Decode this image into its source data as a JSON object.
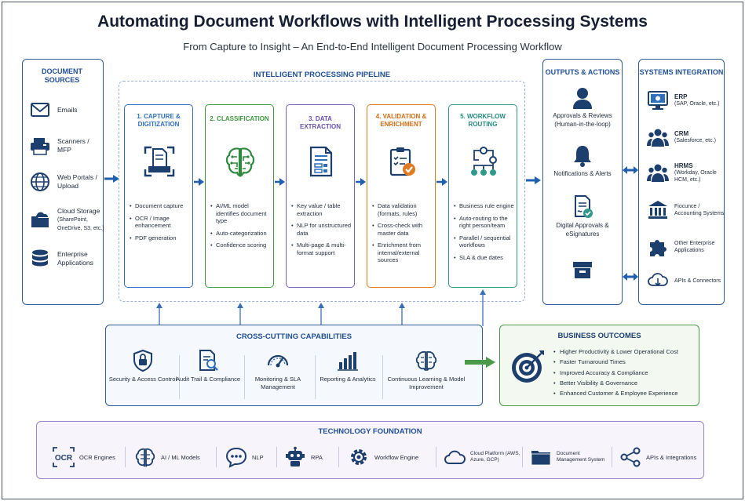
{
  "title": "Automating Document Workflows with Intelligent Processing Systems",
  "subtitle": "From Capture to Insight – An End-to-End Intelligent Document Processing Workflow",
  "sources": {
    "title": "DOCUMENT SOURCES",
    "items": [
      {
        "label": "Emails",
        "sub": "",
        "icon": "email-icon"
      },
      {
        "label": "Scanners / MFP",
        "sub": "",
        "icon": "scanner-icon"
      },
      {
        "label": "Web Portals / Upload",
        "sub": "",
        "icon": "globe-icon"
      },
      {
        "label": "Cloud Storage",
        "sub": "(SharePoint, OneDrive, S3, etc.)",
        "icon": "cloud-folder-icon"
      },
      {
        "label": "Enterprise Applications",
        "sub": "",
        "icon": "database-icon"
      }
    ]
  },
  "pipeline": {
    "title": "INTELLIGENT PROCESSING PIPELINE",
    "stages": [
      {
        "title": "1. CAPTURE & DIGITIZATION",
        "color": "#2e6fbf",
        "icon": "scan-document-icon",
        "bullets": [
          "Document capture",
          "OCR / Image enhancement",
          "PDF generation"
        ]
      },
      {
        "title": "2. CLASSIFICATION",
        "color": "#3f9a3f",
        "icon": "brain-circuit-icon",
        "bullets": [
          "AI/ML model identifies document type",
          "Auto-categorization",
          "Confidence scoring"
        ]
      },
      {
        "title": "3. DATA EXTRACTION",
        "color": "#7a5fbf",
        "icon": "document-fields-icon",
        "bullets": [
          "Key value / table extraction",
          "NLP for unstructured data",
          "Multi-page & multi-format support"
        ]
      },
      {
        "title": "4. VALIDATION & ENRICHMENT",
        "color": "#e07b22",
        "icon": "clipboard-check-icon",
        "bullets": [
          "Data validation (formats, rules)",
          "Cross-check with master data",
          "Enrichment from internal/external sources"
        ]
      },
      {
        "title": "5. WORKFLOW ROUTING",
        "color": "#2f9a8a",
        "icon": "workflow-nodes-icon",
        "bullets": [
          "Business rule engine",
          "Auto-routing to the right person/team",
          "Parallel / sequential workflows",
          "SLA & due dates"
        ]
      }
    ]
  },
  "outputs": {
    "title": "OUTPUTS & ACTIONS",
    "items": [
      {
        "label": "Approvals & Reviews (Human-in-the-loop)",
        "icon": "person-icon"
      },
      {
        "label": "Notifications & Alerts",
        "icon": "bell-icon"
      },
      {
        "label": "Digital Approvals & eSignatures",
        "icon": "signed-document-icon"
      },
      {
        "label": "",
        "icon": "archive-box-icon"
      }
    ]
  },
  "systems": {
    "title": "SYSTEMS INTEGRATION",
    "items": [
      {
        "label": "ERP",
        "sub": "(SAP, Oracle, etc.)",
        "icon": "monitor-icon"
      },
      {
        "label": "CRM",
        "sub": "(Salesforce, etc.)",
        "icon": "people-icon"
      },
      {
        "label": "HRMS",
        "sub": "(Workday, Oracle HCM, etc.)",
        "icon": "team-icon"
      },
      {
        "label": "",
        "sub": "Fiocunce / Accounting Systems",
        "icon": "bank-icon"
      },
      {
        "label": "",
        "sub": "Other Enterprise Applications",
        "icon": "puzzle-icon"
      },
      {
        "label": "",
        "sub": "APIs & Connectors",
        "icon": "cloud-sync-icon"
      }
    ]
  },
  "cross_cutting": {
    "title": "CROSS-CUTTING CAPABILITIES",
    "items": [
      {
        "label": "Security & Access Control",
        "icon": "shield-lock-icon"
      },
      {
        "label": "Audit Trail & Compliance",
        "icon": "audit-document-icon"
      },
      {
        "label": "Monitoring & SLA Management",
        "icon": "gauge-icon"
      },
      {
        "label": "Reporting & Analytics",
        "icon": "bar-chart-icon"
      },
      {
        "label": "Continuous Learning & Model Improvement",
        "icon": "brain-icon"
      }
    ]
  },
  "outcomes": {
    "title": "BUSINESS OUTCOMES",
    "items": [
      "Higher Productivity & Lower Operational Cost",
      "Faster Turnaround Times",
      "Improved Accuracy & Compliance",
      "Better Visibility & Governance",
      "Enhanced Customer & Employee Experience"
    ]
  },
  "technology": {
    "title": "TECHNOLOGY FOUNDATION",
    "ocr_badge": "OCR",
    "items": [
      {
        "label": "OCR Engines",
        "icon": "ocr-icon"
      },
      {
        "label": "AI / ML Models",
        "icon": "brain-icon"
      },
      {
        "label": "NLP",
        "icon": "chat-bubble-icon"
      },
      {
        "label": "RPA",
        "icon": "robot-icon"
      },
      {
        "label": "Workflow Engine",
        "icon": "gear-icon"
      },
      {
        "label": "Cloud Platform (AWS, Azure, GCP)",
        "icon": "cloud-icon"
      },
      {
        "label": "Document Management System",
        "icon": "folder-icon"
      },
      {
        "label": "APIs & Integrations",
        "icon": "network-icon"
      }
    ]
  },
  "colors": {
    "primary": "#1f4f94",
    "navy": "#1d3f6e",
    "green": "#4a9a4a",
    "purple": "#9a86c8"
  }
}
